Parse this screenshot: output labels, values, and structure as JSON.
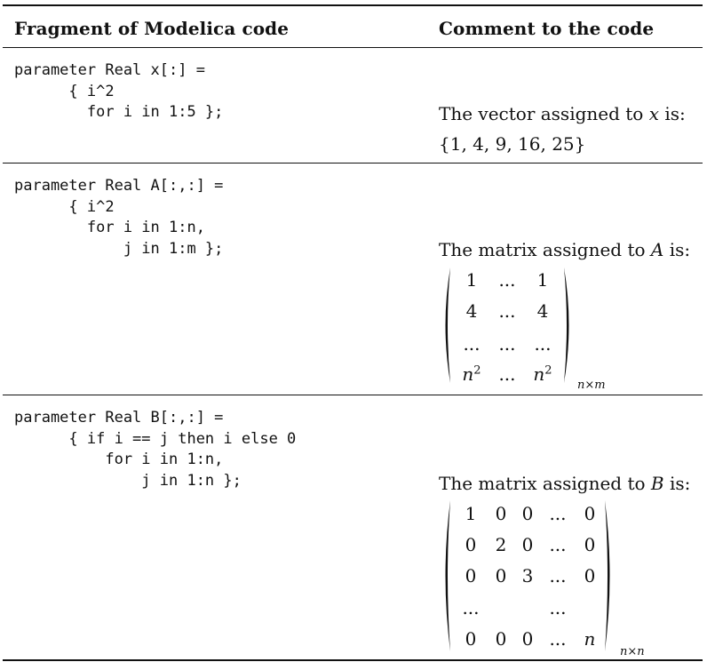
{
  "header": {
    "col1": "Fragment of Modelica code",
    "col2": "Comment to the code"
  },
  "rows": [
    {
      "code": "parameter Real x[:] =\n      { i^2\n        for i in 1:5 };",
      "comment_pre": "The vector assigned to ",
      "comment_var": "x",
      "comment_post": " is:",
      "value": "{1, 4, 9, 16, 25}"
    },
    {
      "code": "parameter Real A[:,:] =\n      { i^2\n        for i in 1:n,\n            j in 1:m };",
      "comment_pre": "The matrix assigned to ",
      "comment_var": "A",
      "comment_post": " is:",
      "matrix": [
        [
          "1",
          "...",
          "1"
        ],
        [
          "4",
          "...",
          "4"
        ],
        [
          "...",
          "...",
          "..."
        ],
        [
          "n2",
          "...",
          "n2"
        ]
      ],
      "subscript": "n×m"
    },
    {
      "code": "parameter Real B[:,:] =\n      { if i == j then i else 0\n          for i in 1:n,\n              j in 1:n };",
      "comment_pre": "The matrix assigned to ",
      "comment_var": "B",
      "comment_post": " is:",
      "matrix": [
        [
          "1",
          "0",
          "0",
          "...",
          "0"
        ],
        [
          "0",
          "2",
          "0",
          "...",
          "0"
        ],
        [
          "0",
          "0",
          "3",
          "...",
          "0"
        ],
        [
          "...",
          "",
          "",
          "...",
          ""
        ],
        [
          "0",
          "0",
          "0",
          "...",
          "n"
        ]
      ],
      "subscript": "n×n"
    }
  ]
}
